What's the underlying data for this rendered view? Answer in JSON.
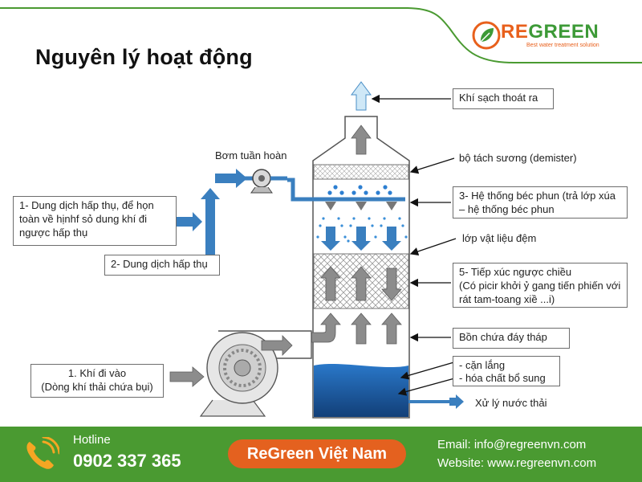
{
  "title": "Nguyên lý hoạt động",
  "logo": {
    "wordmark_prefix": "RE",
    "wordmark_suffix": "GREEN",
    "tagline": "Best water treatment solution"
  },
  "diagram": {
    "pump_label": "Bơm tuần hoàn",
    "box_absorbent_note": "1- Dung dịch hấp thụ, để họn toàn về hịnhf sỏ dung khí đi ngược hấp thụ",
    "box_absorbent_solution": "2- Dung dịch hấp thụ",
    "box_gas_inlet": "1. Khí đi vào\n(Dòng khí thải chứa bụi)",
    "box_clean_gas": "Khí sạch thoát ra",
    "label_demister": "bộ tách sương (demister)",
    "box_spray_system": "3- Hệ thống béc phun (trả lớp xúa – hệ thống béc phun",
    "label_packing": "lớp vật liệu đệm",
    "box_countercurrent": "5- Tiếp xúc ngược chiều\n(Có picir khởi ỷ gang tiến phiến với rát tam-toang xiề ...i)",
    "box_bottom_tank": "Bồn chứa đáy tháp",
    "box_sediment": "- cặn lắng\n- hóa chất bổ sung",
    "label_wastewater": "Xử lý nước thải"
  },
  "footer": {
    "hotline_label": "Hotline",
    "hotline_number": "0902 337 365",
    "brand": "ReGreen Việt Nam",
    "email": "Email: info@regreenvn.com",
    "website": "Website: www.regreenvn.com"
  },
  "colors": {
    "brand_green": "#4a9a31",
    "brand_orange": "#e4611f",
    "arrow_blue": "#3a7fbf",
    "water_blue": "#1f64b4",
    "arrow_gray": "#8c8c8c"
  }
}
